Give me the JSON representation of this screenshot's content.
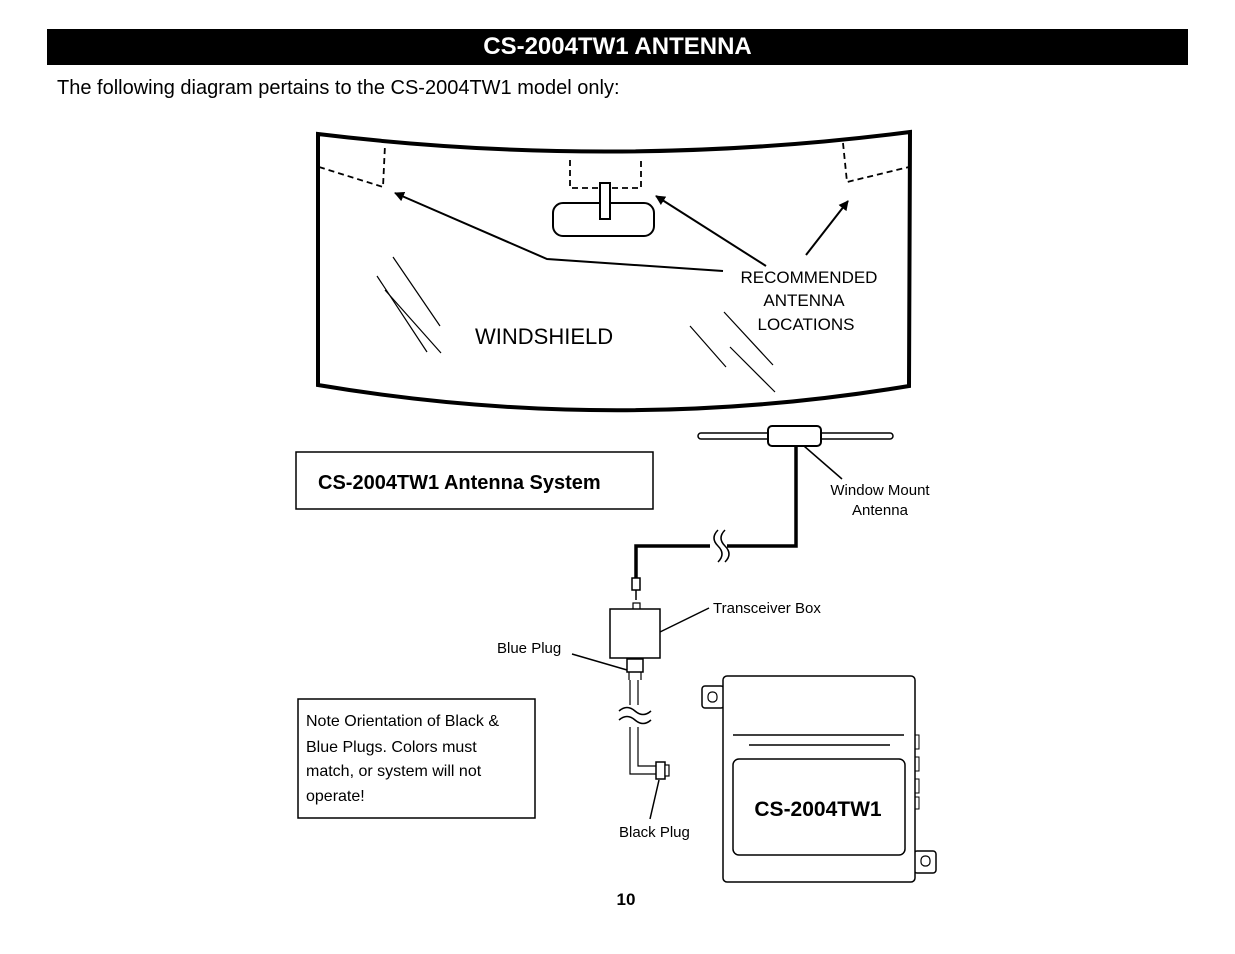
{
  "header": {
    "title": "CS-2004TW1 ANTENNA"
  },
  "intro": "The following diagram pertains to the CS-2004TW1 model only:",
  "diagram": {
    "windshield_label": "WINDSHIELD",
    "recommended_lines": [
      "RECOMMENDED",
      "ANTENNA",
      "LOCATIONS"
    ],
    "system_box_label": "CS-2004TW1 Antenna System",
    "window_mount_lines": [
      "Window Mount",
      "Antenna"
    ],
    "transceiver_label": "Transceiver Box",
    "blue_plug_label": "Blue Plug",
    "black_plug_label": "Black Plug",
    "note_lines": [
      "Note Orientation of Black &",
      "Blue Plugs.  Colors must",
      "match, or system will not",
      "operate!"
    ],
    "module_label": "CS-2004TW1"
  },
  "page_number": "10"
}
